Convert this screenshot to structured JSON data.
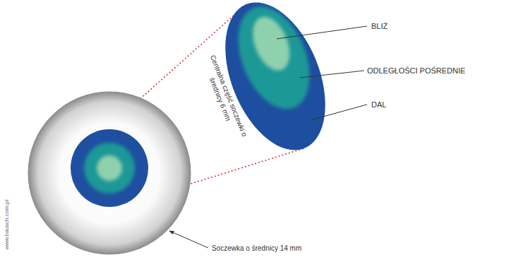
{
  "diagram": {
    "labels": [
      "BLIŻ",
      "ODLEGŁOŚCI POŚREDNIE",
      "DAL",
      "Centralna część soczewki o średnicy 6 mm",
      "Soczewka o średnicy 14 mm",
      "www.bausch.com.pl"
    ]
  }
}
